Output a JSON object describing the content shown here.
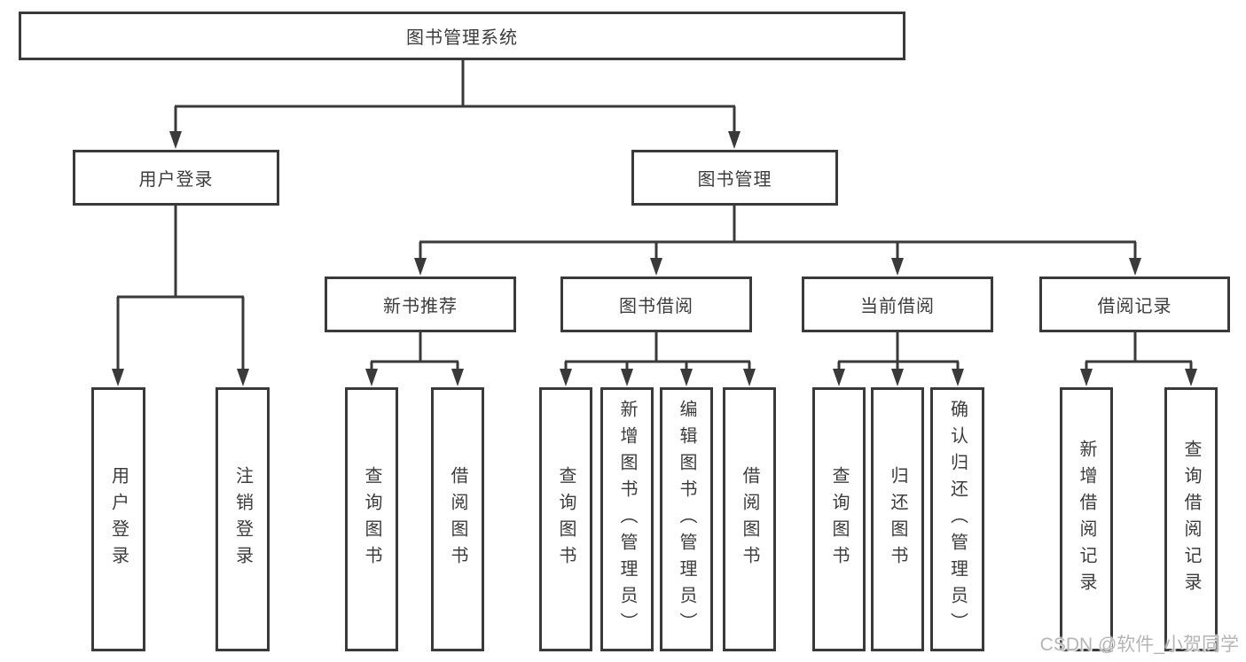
{
  "diagram": {
    "colors": {
      "line": "#3a3a3a",
      "box_border": "#3a3a3a",
      "text": "#3c3c3c",
      "background": "#ffffff",
      "watermark": "#b5b5b5"
    },
    "watermark": "CSDN @软件_小贺同学",
    "nodes": {
      "root": {
        "label": "图书管理系统"
      },
      "level2": [
        {
          "label": "用户登录"
        },
        {
          "label": "图书管理"
        }
      ],
      "level3": [
        {
          "label": "新书推荐"
        },
        {
          "label": "图书借阅"
        },
        {
          "label": "当前借阅"
        },
        {
          "label": "借阅记录"
        }
      ],
      "leaves": {
        "user_login": [
          "用户登录",
          "注销登录"
        ],
        "new_books": [
          "查询图书",
          "借阅图书"
        ],
        "book_borrow": [
          "查询图书",
          "新增图书（管理员）",
          "编辑图书（管理员）",
          "借阅图书"
        ],
        "current_borrow": [
          "查询图书",
          "归还图书",
          "确认归还（管理员）"
        ],
        "borrow_records": [
          "新增借阅记录",
          "查询借阅记录"
        ]
      }
    }
  }
}
